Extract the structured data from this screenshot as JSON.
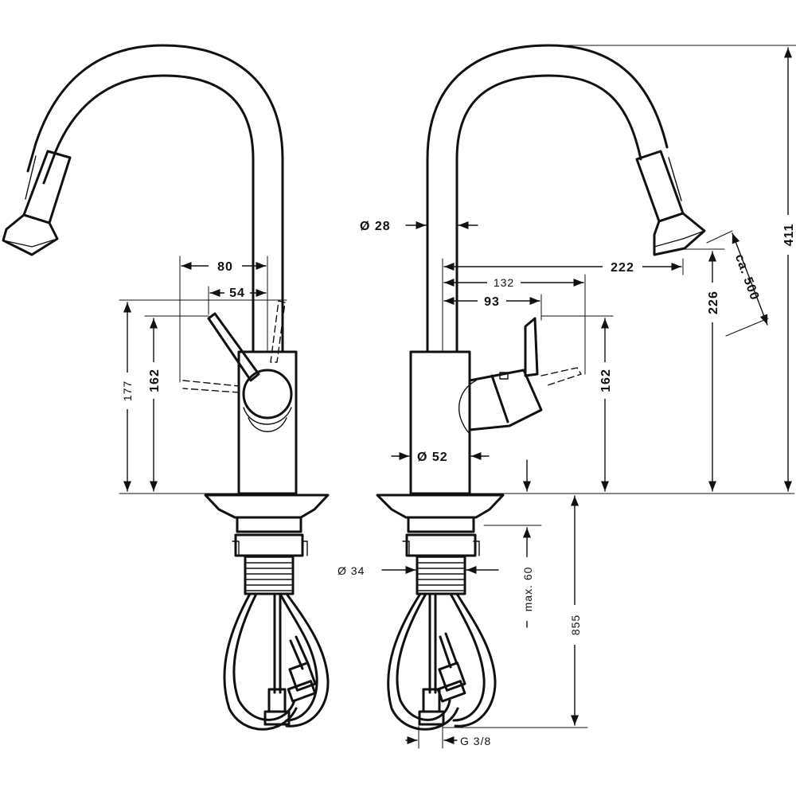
{
  "drawing": {
    "line_color": "#111111",
    "background": "#ffffff"
  },
  "front_view": {
    "dims": {
      "width_80": "80",
      "width_54": "54",
      "height_177": "177",
      "height_162": "162"
    }
  },
  "side_view": {
    "dims": {
      "spout_diameter": "Ø 28",
      "reach_222": "222",
      "reach_132": "132",
      "reach_93": "93",
      "lever_height_162": "162",
      "body_diameter": "Ø 52",
      "spout_height_226": "226",
      "total_height_411": "411",
      "pullout_length": "ca. 500",
      "connection_diameter": "Ø 34",
      "max_thickness": "max. 60",
      "hose_length": "855",
      "thread": "G 3/8"
    }
  }
}
